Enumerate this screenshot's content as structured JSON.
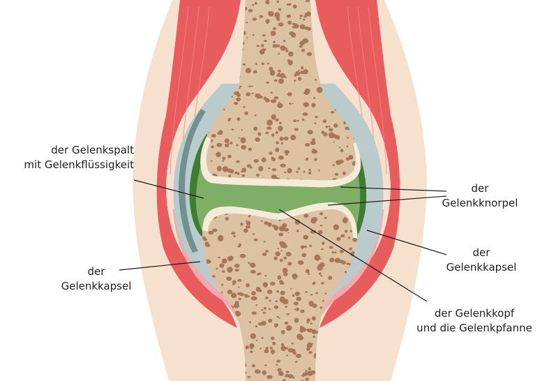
{
  "labels": {
    "gelenkspalt": {
      "line1": "der Gelenkspalt",
      "line2": "mit Gelenkflüssigkeit"
    },
    "kapsel_left": {
      "line1": "der",
      "line2": "Gelenkkapsel"
    },
    "knorpel": {
      "line1": "der",
      "line2": "Gelenkknorpel"
    },
    "kapsel_right": {
      "line1": "der",
      "line2": "Gelenkkapsel"
    },
    "kopf_pfanne": {
      "line1": "der Gelenkkopf",
      "line2": "und die Gelenkpfanne"
    }
  },
  "colors": {
    "skin": "#f6e1cf",
    "muscle": "#e85c5e",
    "capsule": "#b9cccb",
    "capsule_dark": "#6f9290",
    "synovial": "#7fae66",
    "synovial_dark": "#3f7d34",
    "cartilage": "#f4ecd9",
    "bone": "#dcc2a2",
    "bone_spots": "#a5785a",
    "line": "#1a1a1a"
  }
}
